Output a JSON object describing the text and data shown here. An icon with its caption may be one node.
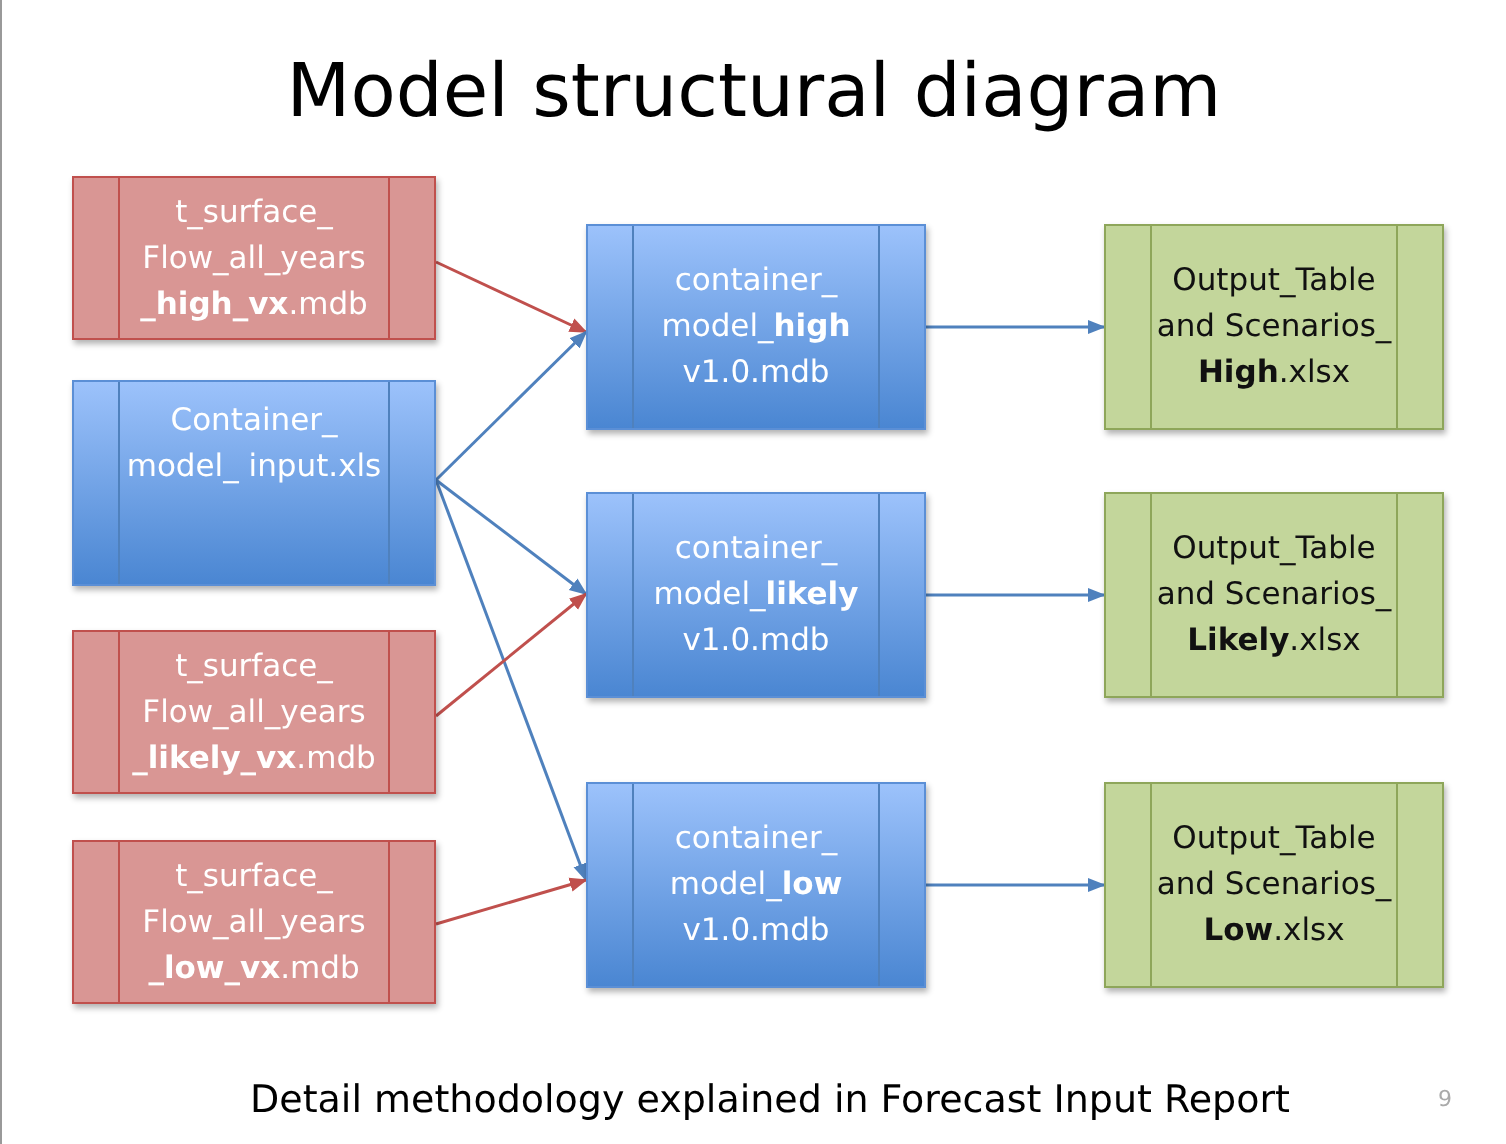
{
  "diagram": {
    "title": "Model structural diagram",
    "nodes": [
      {
        "text": [
          "t_surface_ Flow_all_years **_high_vx**.mdb"
        ]
      },
      {
        "text": [
          "Container_ model_ input.xls"
        ]
      },
      {
        "text": [
          "t_surface_ Flow_all_years **_likely_vx**.mdb"
        ]
      },
      {
        "text": [
          "t_surface_ Flow_all_years **_low_vx**.mdb"
        ]
      },
      {
        "text": [
          "container_ model_**high** v1.0.mdb"
        ]
      },
      {
        "text": [
          "container_ model_**likely** v1.0.mdb"
        ]
      },
      {
        "text": [
          "container_ model_**low** v1.0.mdb"
        ]
      },
      {
        "text": [
          "Output_Table and Scenarios_ **High**.xlsx"
        ]
      },
      {
        "text": [
          "Output_Table and Scenarios_ **Likely**.xlsx"
        ]
      },
      {
        "text": [
          "Output_Table and Scenarios_ **Low**.xlsx"
        ]
      }
    ],
    "edges": [
      {
        "from": 0,
        "to": 4,
        "arrow": "to",
        "color": "#c0504d"
      },
      {
        "from": 1,
        "to": 4,
        "arrow": "to"
      },
      {
        "from": 1,
        "to": 5,
        "arrow": "to"
      },
      {
        "from": 1,
        "to": 6,
        "arrow": "to"
      },
      {
        "from": 2,
        "to": 5,
        "arrow": "to",
        "color": "#c0504d"
      },
      {
        "from": 3,
        "to": 6,
        "arrow": "to",
        "color": "#c0504d"
      },
      {
        "from": 4,
        "to": 7,
        "arrow": "to"
      },
      {
        "from": 5,
        "to": 8,
        "arrow": "to"
      },
      {
        "from": 6,
        "to": 9,
        "arrow": "to"
      }
    ],
    "labels": [
      "Detail methodology explained in Forecast Input Report",
      "9"
    ]
  }
}
